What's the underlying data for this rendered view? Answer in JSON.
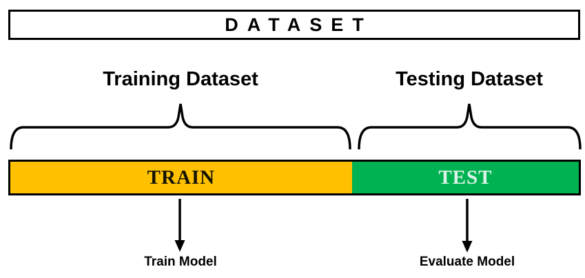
{
  "header": {
    "title": "DATASET"
  },
  "sections": {
    "train": {
      "label": "Training Dataset",
      "bar_label": "TRAIN",
      "action_label": "Train Model",
      "color": "#FFC000",
      "bar_text_color": "#131300"
    },
    "test": {
      "label": "Testing Dataset",
      "bar_label": "TEST",
      "action_label": "Evaluate Model",
      "color": "#00B251",
      "bar_text_color": "#DDF3E8"
    }
  },
  "colors": {
    "border": "#000000",
    "background": "#FFFFFF",
    "brace": "#000000",
    "arrow": "#000000"
  }
}
